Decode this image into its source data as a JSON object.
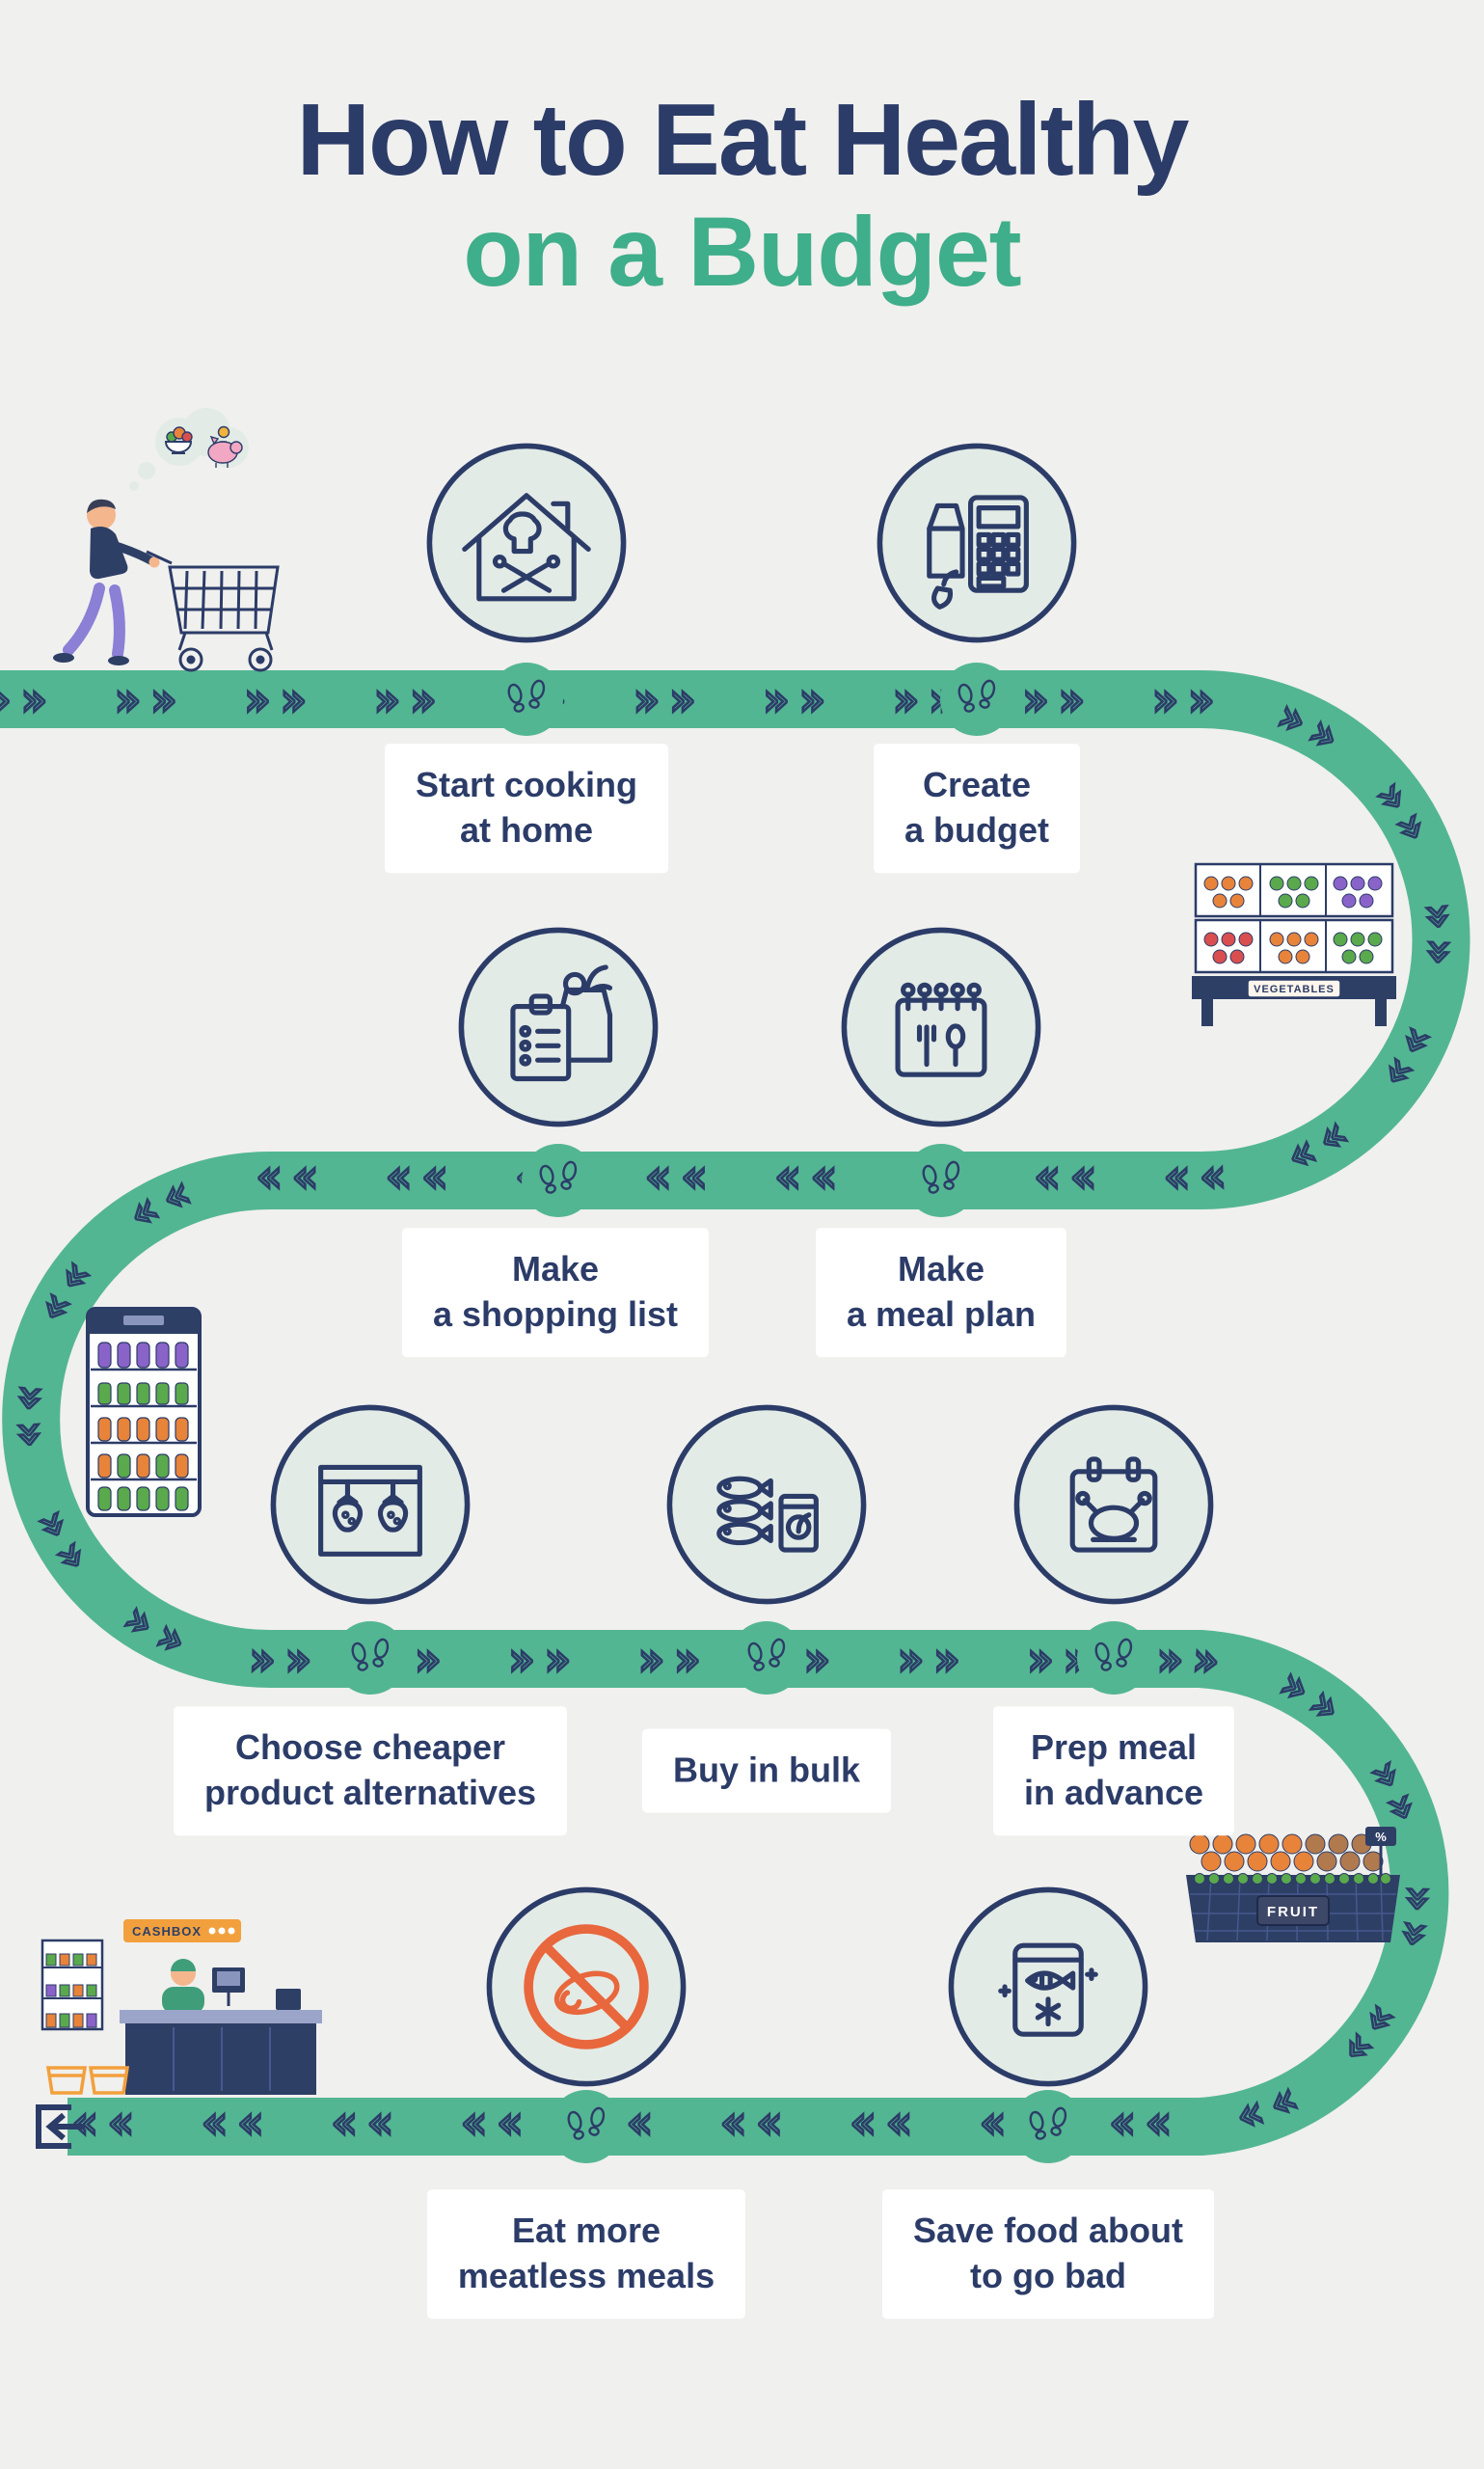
{
  "title": {
    "line1": "How to Eat Healthy",
    "line2": "on a Budget"
  },
  "steps": [
    {
      "id": "start-cooking-at-home",
      "label": "Start cooking\nat home",
      "icon": "house-chef-icon"
    },
    {
      "id": "create-a-budget",
      "label": "Create\na budget",
      "icon": "groceries-calculator-icon"
    },
    {
      "id": "make-a-shopping-list",
      "label": "Make\na shopping list",
      "icon": "shopping-bag-checklist-icon"
    },
    {
      "id": "make-a-meal-plan",
      "label": "Make\na meal plan",
      "icon": "calendar-cutlery-icon"
    },
    {
      "id": "choose-cheaper-product-alternatives",
      "label": "Choose cheaper\nproduct alternatives",
      "icon": "strawberries-price-compare-icon"
    },
    {
      "id": "buy-in-bulk",
      "label": "Buy in bulk",
      "icon": "stacked-fish-bulk-bag-icon"
    },
    {
      "id": "prep-meal-in-advance",
      "label": "Prep meal\nin advance",
      "icon": "calendar-roast-turkey-icon"
    },
    {
      "id": "eat-more-meatless-meals",
      "label": "Eat more\nmeatless meals",
      "icon": "no-meat-icon"
    },
    {
      "id": "save-food-about-to-go-bad",
      "label": "Save food about\nto go bad",
      "icon": "frozen-fish-pack-icon"
    }
  ],
  "scene": {
    "vegetables_sign": "VEGETABLES",
    "fruit_sign": "FRUIT",
    "cashbox_sign": "CASHBOX",
    "discount_sign": "%",
    "decorations": [
      "shopper-pushing-cart-with-savings-thought-bubble",
      "vegetable-market-stand",
      "drinks-fridge",
      "fruit-crate-stand",
      "cashier-checkout-counter",
      "exit-arrow"
    ]
  },
  "colors": {
    "background": "#f0f0ee",
    "navy": "#2c3c68",
    "title_green": "#3fae8a",
    "path_green": "#53b692",
    "icon_circle_fill": "#e3ebe6",
    "orange_accent": "#e8673c",
    "label_background": "#ffffff"
  }
}
